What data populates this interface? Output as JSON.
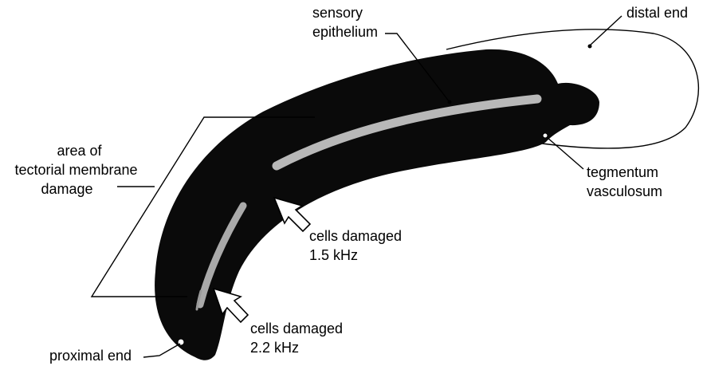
{
  "labels": {
    "sensory_epithelium": [
      "sensory",
      "epithelium"
    ],
    "distal_end": "distal end",
    "tectorial_membrane_damage": [
      "area of",
      "tectorial membrane",
      "damage"
    ],
    "tegmentum_vasculosum": [
      "tegmentum",
      "vasculosum"
    ],
    "cells_damaged_1_5": [
      "cells damaged",
      "1.5 kHz"
    ],
    "cells_damaged_2_2": [
      "cells damaged",
      "2.2 kHz"
    ],
    "proximal_end": "proximal end"
  },
  "colors": {
    "organ_fill": "#0a0a0a",
    "epithelium_band": "#b8b8b8",
    "background": "#ffffff",
    "ink": "#000000"
  }
}
